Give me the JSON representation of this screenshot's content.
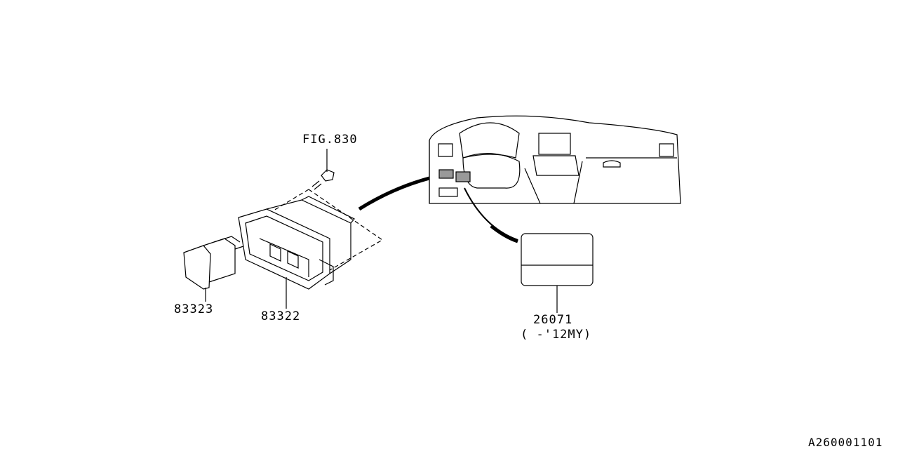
{
  "labels": {
    "fig_ref": "FIG.830",
    "part_switch": "83323",
    "part_panel": "83322",
    "part_label": "26071",
    "part_label_note": "( -'12MY)",
    "diagram_id": "A260001101"
  },
  "colors": {
    "line": "#000000",
    "background": "#ffffff"
  }
}
